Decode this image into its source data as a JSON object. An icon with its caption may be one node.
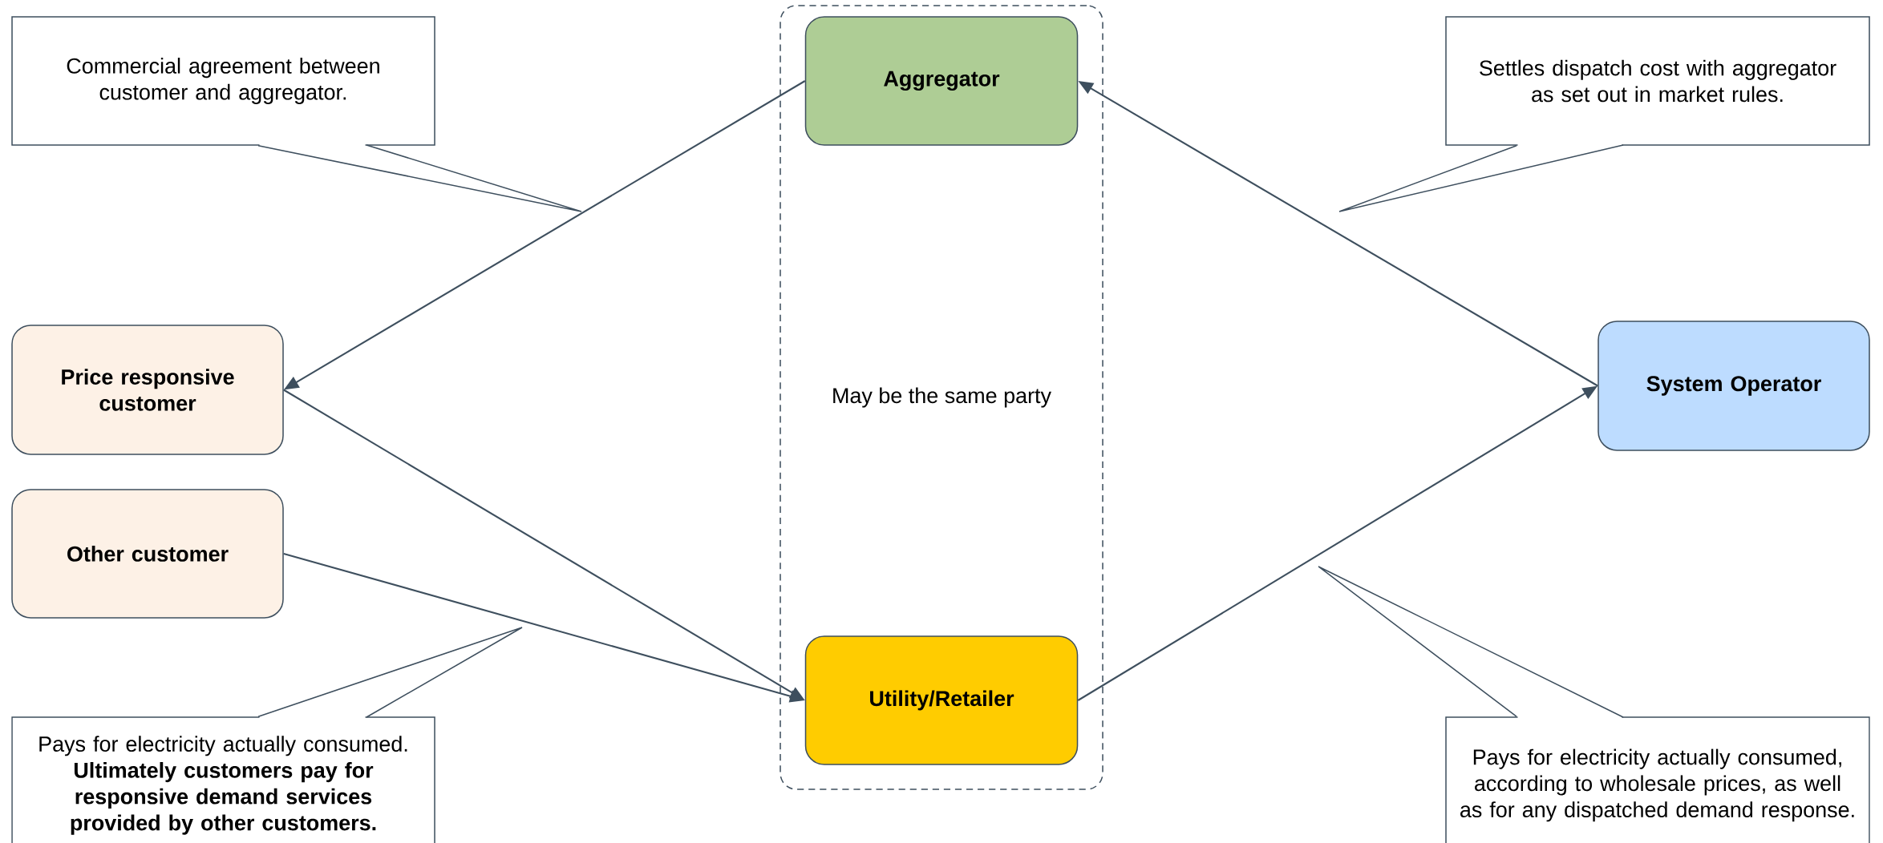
{
  "diagram": {
    "nodes": [
      {
        "text": [
          "Commercial agreement between customer and aggregator."
        ]
      },
      {
        "text": [
          "Settles dispatch cost with aggregator as set out in market rules."
        ]
      },
      {
        "text": [
          "May be the same party"
        ]
      },
      {
        "text": [
          "Aggregator"
        ],
        "in": 2
      },
      {
        "text": [
          "Price responsive customer"
        ]
      },
      {
        "text": [
          "System Operator"
        ]
      },
      {
        "text": [
          "Other customer"
        ]
      },
      {
        "text": [
          "Utility/Retailer"
        ],
        "in": 2
      },
      {
        "text": [
          "Pays for electricity actually consumed. **Ultimately customers pay for responsive demand services provided by other customers.**"
        ]
      },
      {
        "text": [
          "Pays for electricity actually consumed, according to wholesale prices, as well as for any dispatched demand response."
        ]
      }
    ],
    "edges": [
      {
        "from": 3,
        "to": 4,
        "arrow": "to"
      },
      {
        "from": 4,
        "to": 7,
        "arrow": "to"
      },
      {
        "from": 6,
        "to": 7,
        "arrow": "to"
      },
      {
        "from": 7,
        "to": 5,
        "arrow": "to"
      },
      {
        "from": 5,
        "to": 3,
        "arrow": "to"
      },
      {
        "from": 0,
        "to": null,
        "arrow": "none"
      },
      {
        "from": 1,
        "to": null,
        "arrow": "none"
      },
      {
        "from": 8,
        "to": null,
        "arrow": "none"
      },
      {
        "from": 9,
        "to": null,
        "arrow": "none"
      }
    ]
  }
}
